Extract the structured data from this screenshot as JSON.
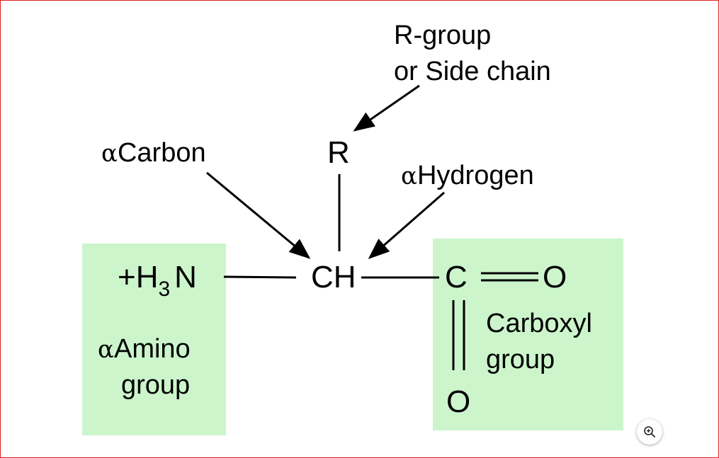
{
  "labels": {
    "r_group_line1": "R-group",
    "r_group_line2": "or Side chain",
    "alpha_symbol": "α",
    "alpha_carbon": "Carbon",
    "r": "R",
    "alpha_hydrogen": "Hydrogen",
    "amine_plus_h": "+H",
    "amine_subscript": "3",
    "amine_n": "N",
    "ch": "CH",
    "carboxyl_c": "C",
    "carboxyl_o_right": "O",
    "carboxyl_o_bottom": "O",
    "carboxyl_group_line1": "Carboxyl",
    "carboxyl_group_line2": "group",
    "amino_group_line1": "Amino",
    "amino_group_line2": "group"
  },
  "colors": {
    "group_box": "#ccf5cc",
    "frame_border": "#e02020"
  },
  "icons": {
    "zoom": "zoom-in-icon"
  }
}
